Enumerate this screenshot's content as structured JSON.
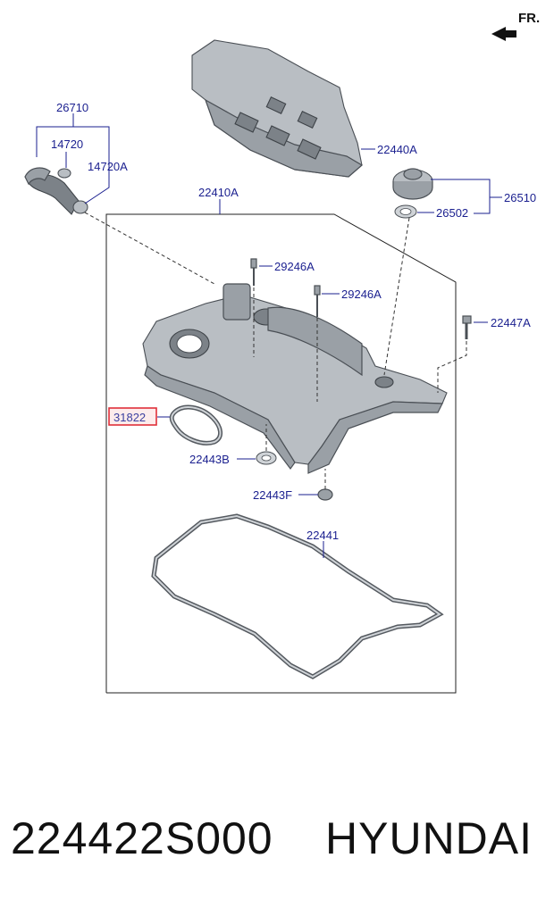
{
  "direction_label": "FR.",
  "labels": {
    "l26710": "26710",
    "l14720": "14720",
    "l14720A": "14720A",
    "l22440A": "22440A",
    "l22410A": "22410A",
    "l26510": "26510",
    "l26502": "26502",
    "l29246A_1": "29246A",
    "l29246A_2": "29246A",
    "l22447A": "22447A",
    "l31822": "31822",
    "l22443B": "22443B",
    "l22443F": "22443F",
    "l22441": "22441"
  },
  "highlight_color": "#e0303a",
  "footer": {
    "part_number": "224422S000",
    "brand": "HYUNDAI"
  }
}
